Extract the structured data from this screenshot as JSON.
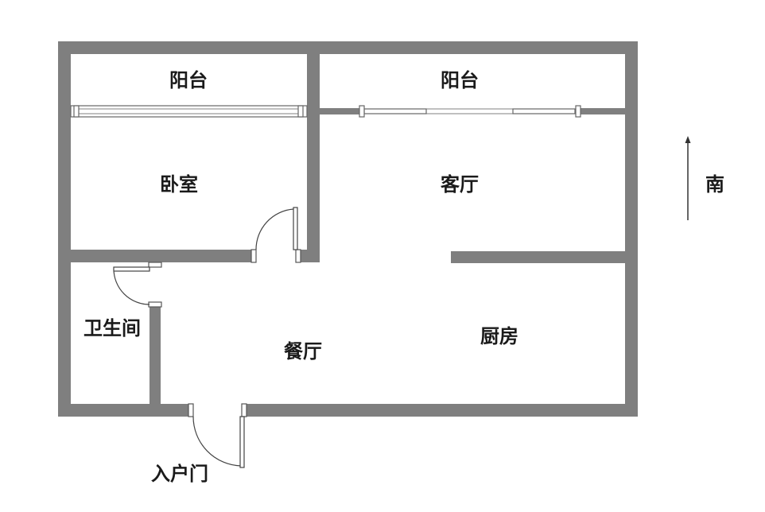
{
  "rooms": {
    "balcony_left": "阳台",
    "balcony_right": "阳台",
    "bedroom": "卧室",
    "living_room": "客厅",
    "bathroom": "卫生间",
    "dining_room": "餐厅",
    "kitchen": "厨房",
    "entrance_door": "入户门"
  },
  "compass": {
    "direction_label": "南"
  },
  "colors": {
    "wall": "#7f7f7f",
    "text": "#1a1a1a",
    "background": "#ffffff"
  }
}
